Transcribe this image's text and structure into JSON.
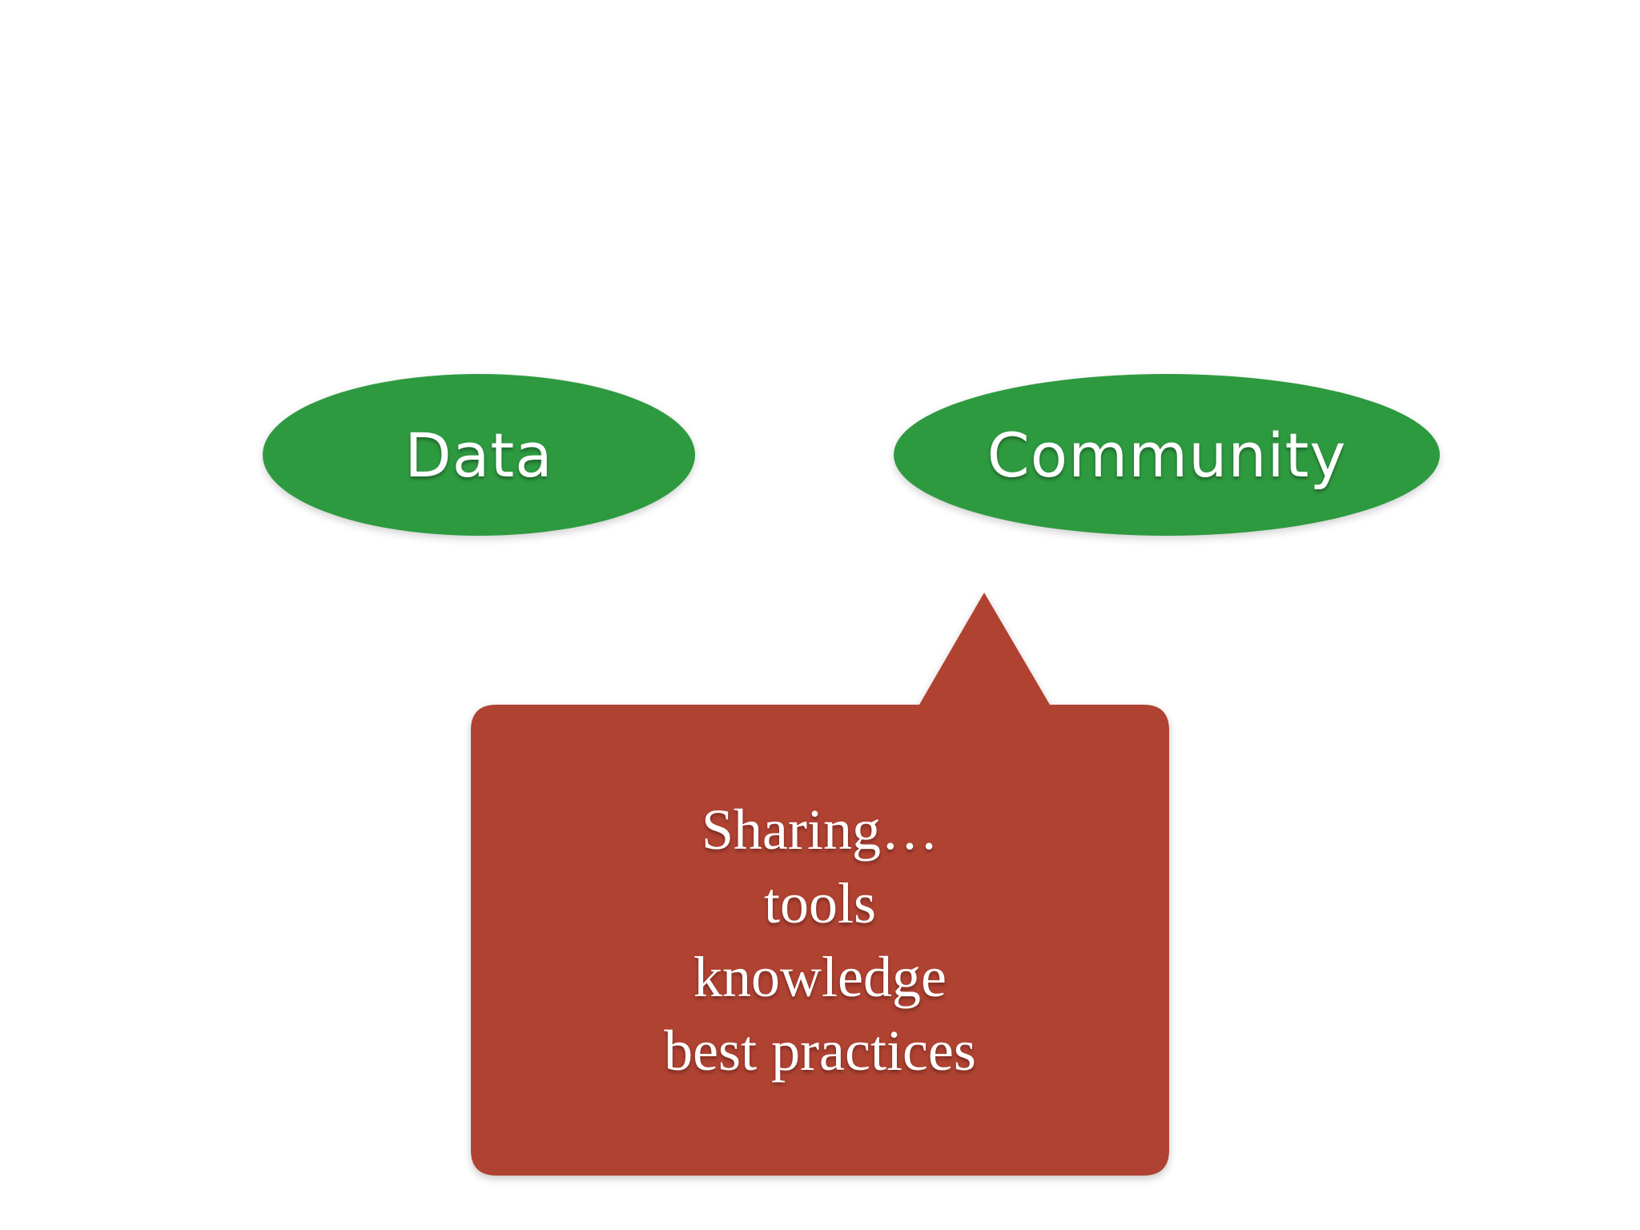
{
  "diagram": {
    "nodes": [
      {
        "id": "data",
        "label": "Data",
        "shape": "ellipse",
        "color": "#2e9a40"
      },
      {
        "id": "community",
        "label": "Community",
        "shape": "ellipse",
        "color": "#2e9a40"
      }
    ],
    "callout": {
      "points_to": "community",
      "color": "#b04232",
      "lines": [
        "Sharing…",
        "tools",
        "knowledge",
        "best practices"
      ]
    }
  }
}
